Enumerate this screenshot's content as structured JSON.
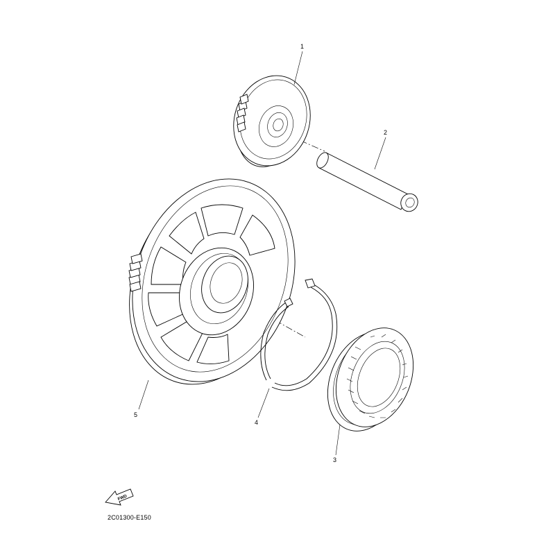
{
  "callouts": {
    "part1": "1",
    "part2": "2",
    "part3": "3",
    "part4": "4",
    "part5": "5"
  },
  "fwd_label": "FWD",
  "diagram_code": "2C01300-E150"
}
